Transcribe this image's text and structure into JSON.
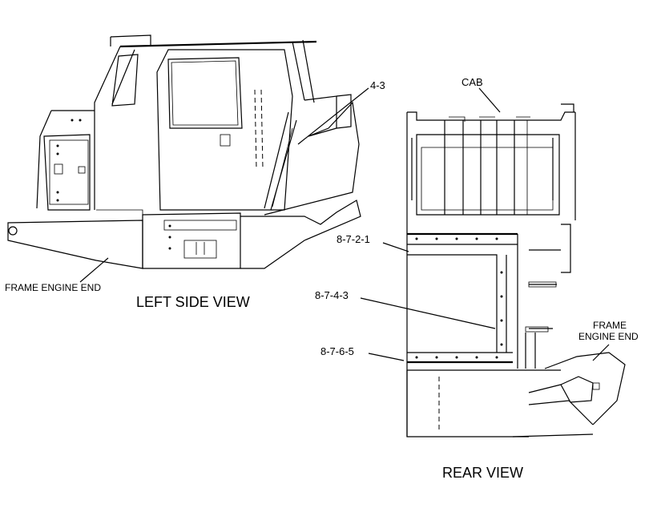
{
  "labels": {
    "part_4_3": "4-3",
    "cab": "CAB",
    "part_8_7_2_1": "8-7-2-1",
    "part_8_7_4_3": "8-7-4-3",
    "part_8_7_6_5": "8-7-6-5",
    "frame_engine_end_left": "FRAME ENGINE END",
    "frame_engine_end_rear_line1": "FRAME",
    "frame_engine_end_rear_line2": "ENGINE END",
    "left_side_view": "LEFT SIDE VIEW",
    "rear_view": "REAR VIEW"
  }
}
